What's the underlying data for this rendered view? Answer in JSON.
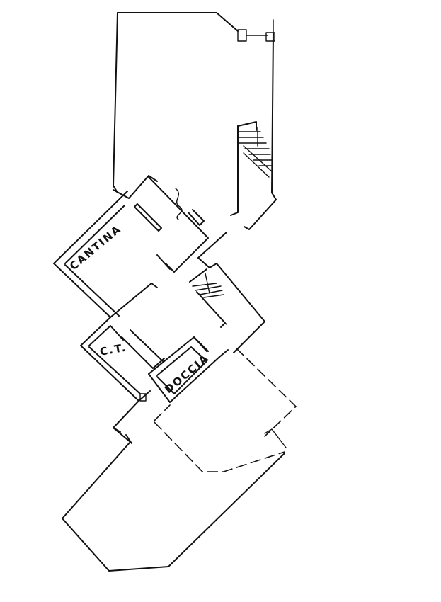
{
  "plan": {
    "rooms": {
      "cantina": "CANTINA",
      "ct": "C.T.",
      "doccia": "DOCCIA"
    }
  }
}
